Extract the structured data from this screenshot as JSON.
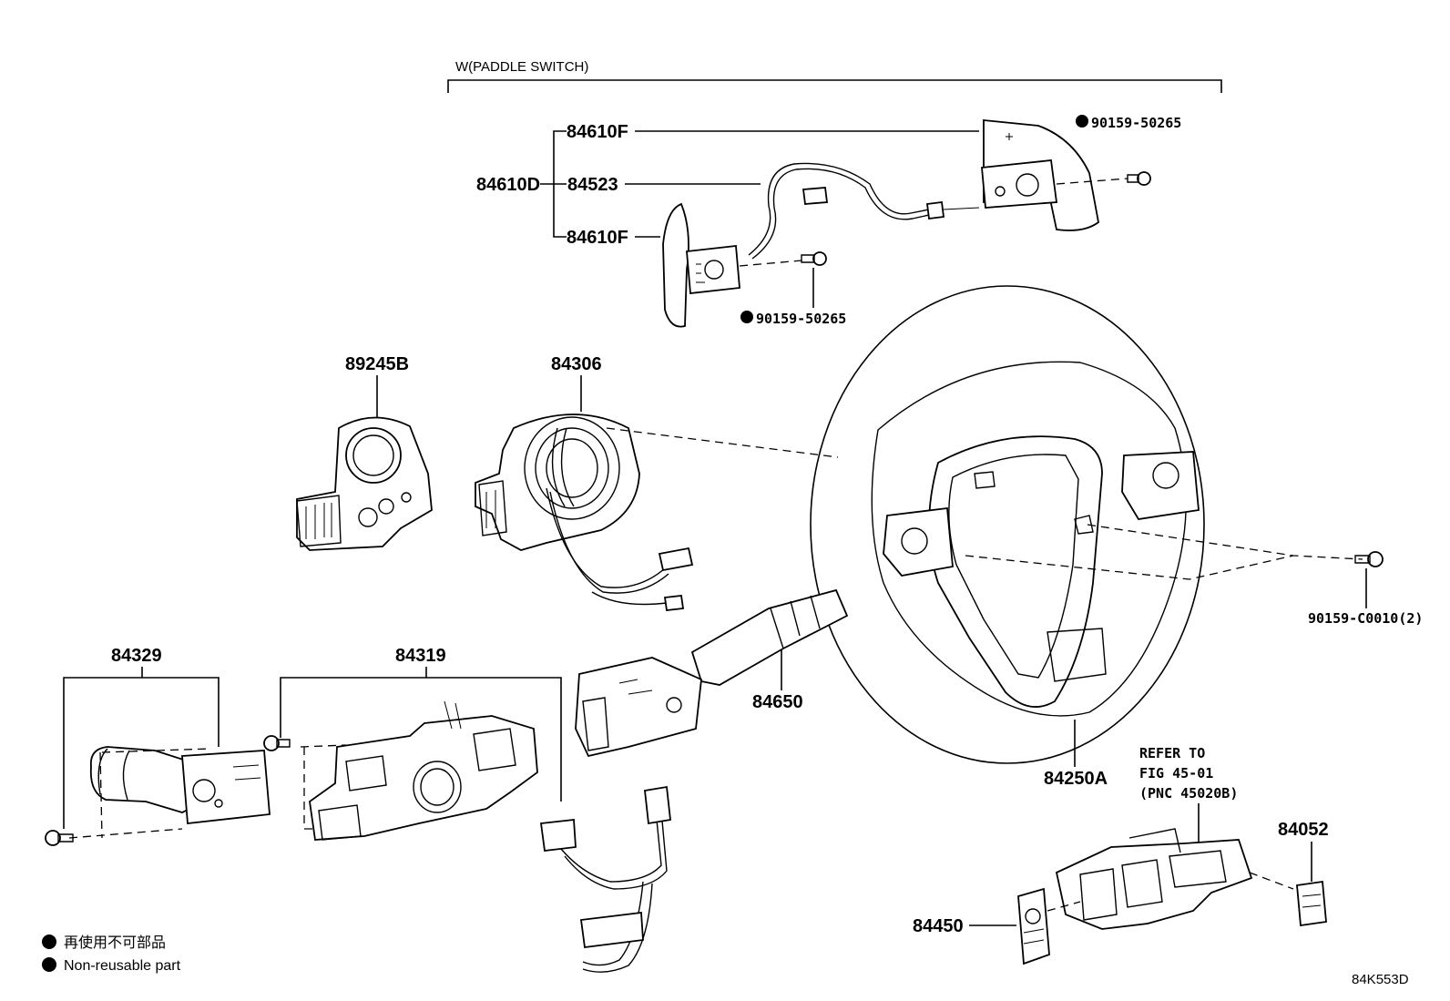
{
  "header": {
    "group_label": "W(PADDLE SWITCH)"
  },
  "parts": {
    "p84610F_top": "84610F",
    "p84610D": "84610D",
    "p84523": "84523",
    "p84610F_bottom": "84610F",
    "p90159_50265_right": "90159-50265",
    "p90159_50265_left": "90159-50265",
    "p89245B": "89245B",
    "p84306": "84306",
    "p84329": "84329",
    "p84319": "84319",
    "p84650": "84650",
    "p84250A": "84250A",
    "p90159_C0010": "90159-C0010(2)",
    "p84052": "84052",
    "p84450": "84450"
  },
  "refer": {
    "line1": "REFER TO",
    "line2": "FIG 45-01",
    "line3": "(PNC 45020B)"
  },
  "legend": {
    "japanese": "再使用不可部品",
    "english": "Non-reusable part"
  },
  "figure_code": "84K553D"
}
